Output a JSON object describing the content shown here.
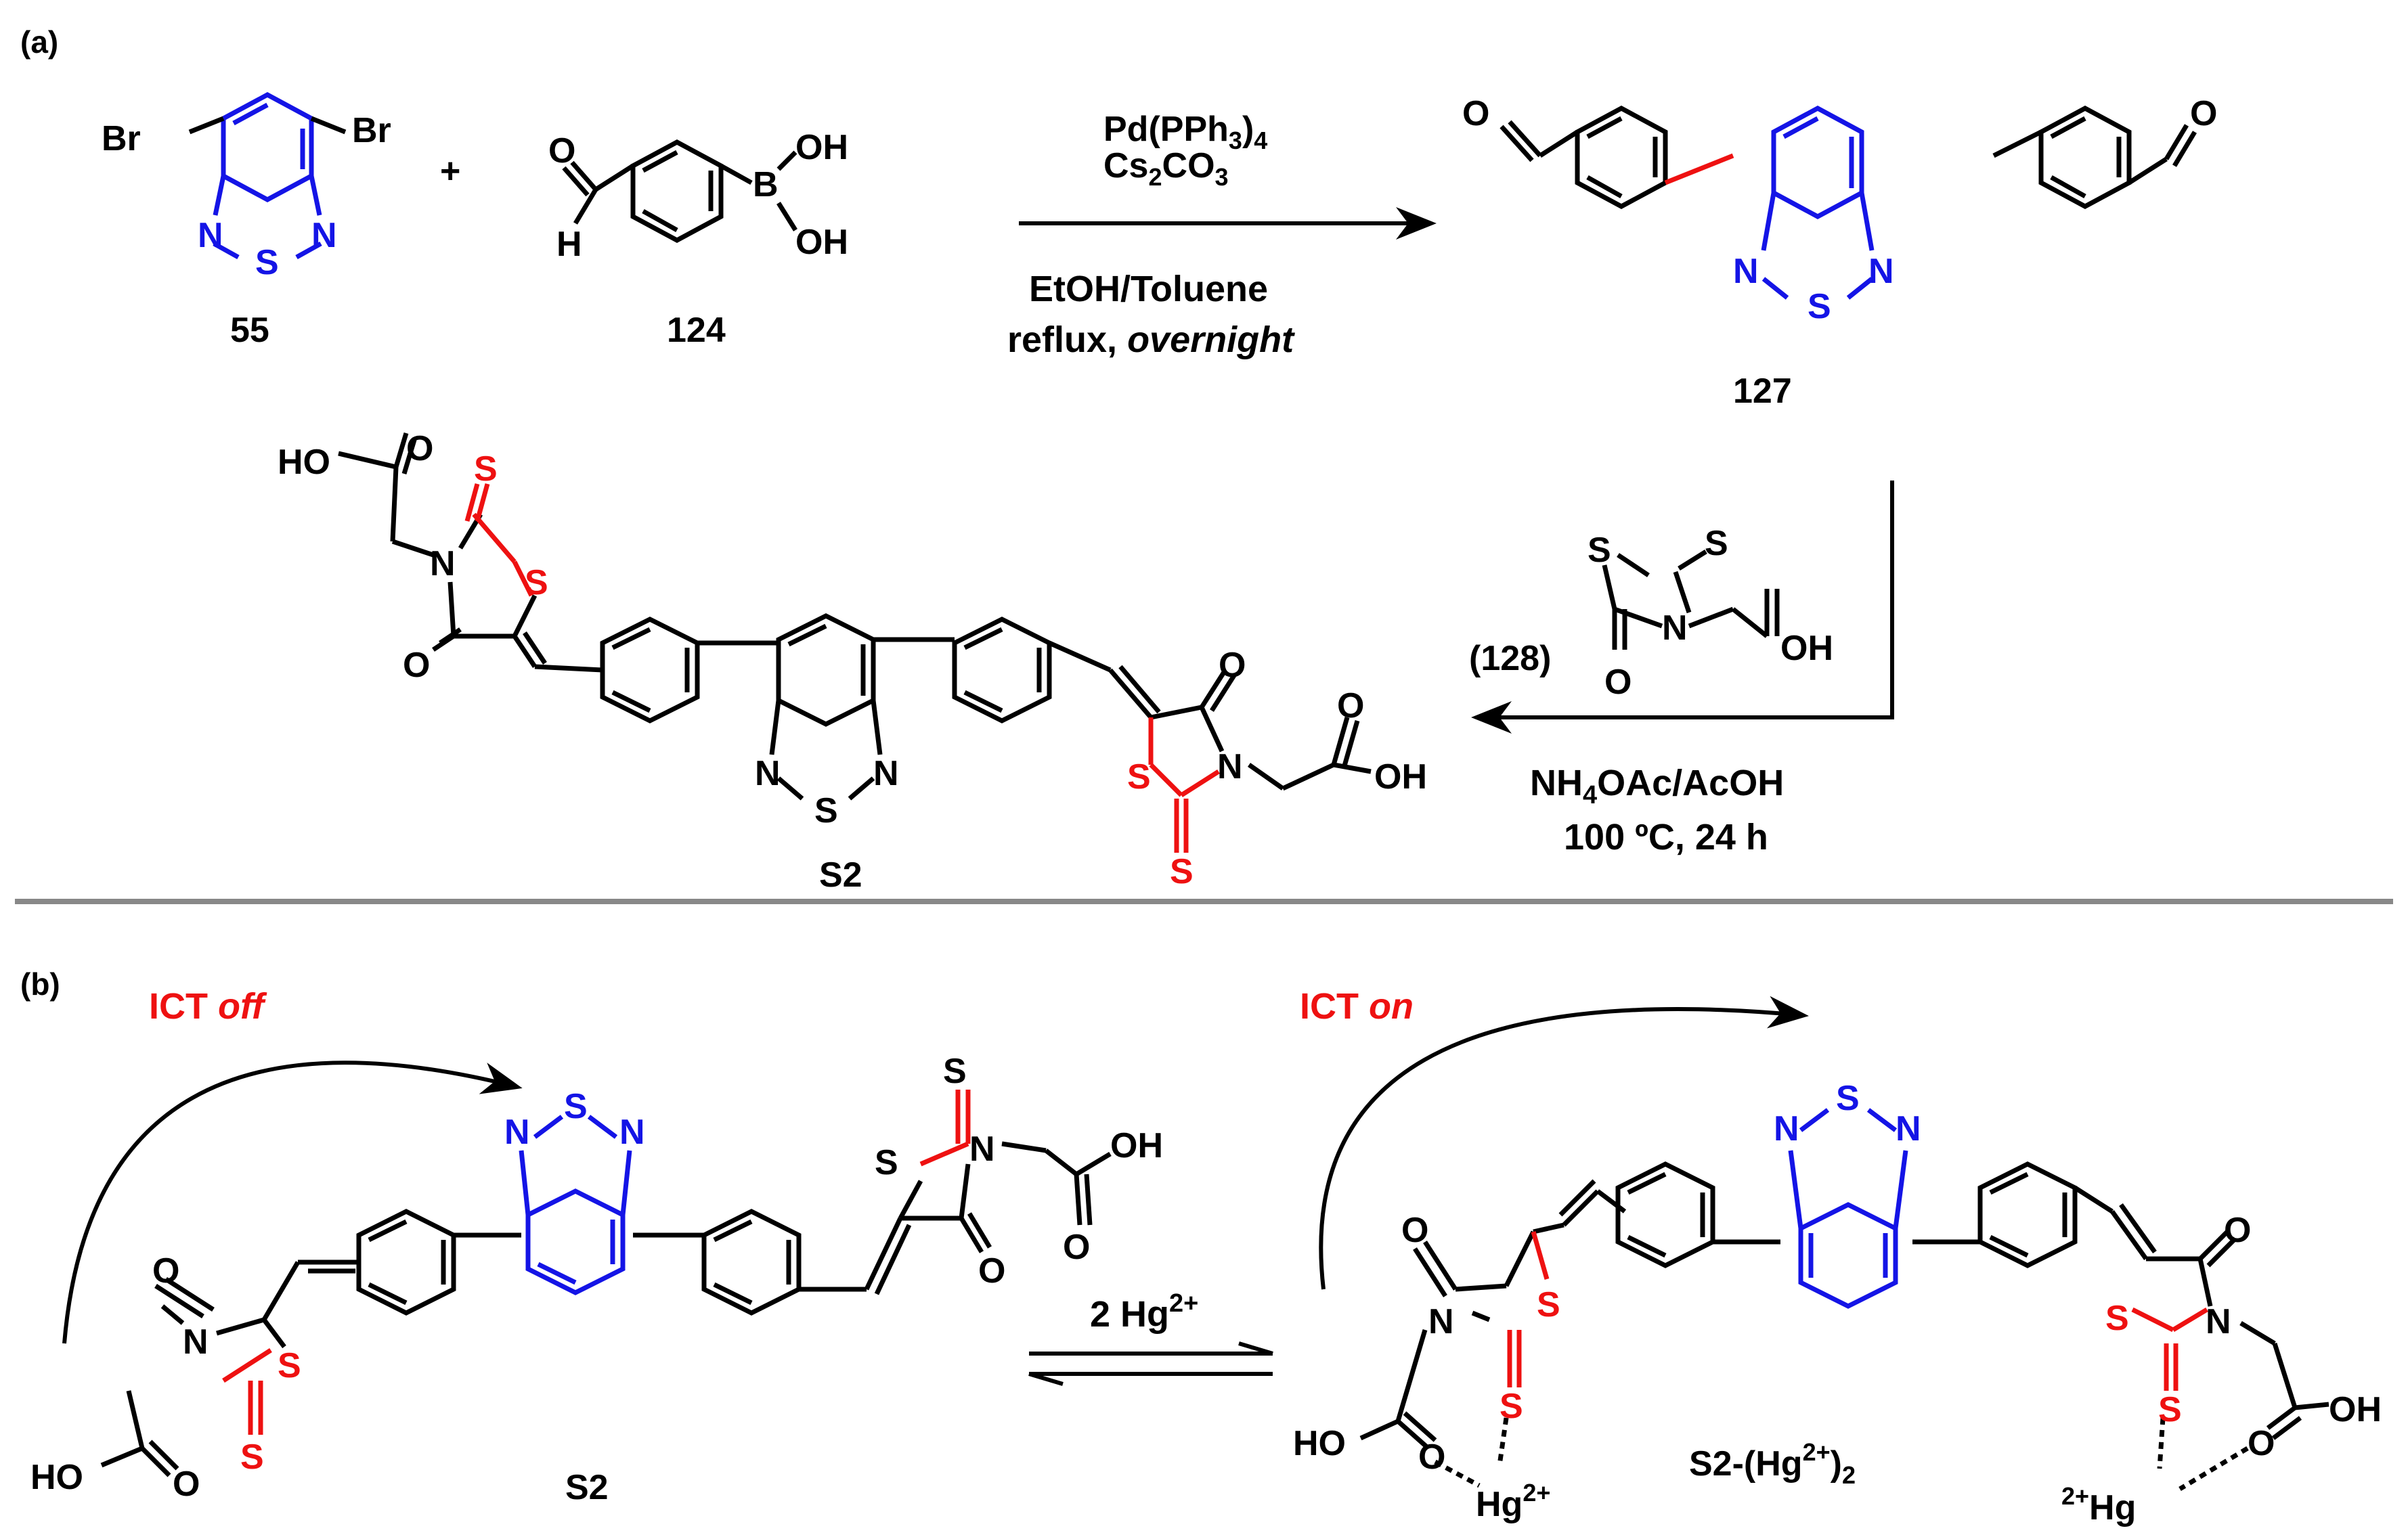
{
  "panel_a": {
    "label": "(a)",
    "reactant_1": {
      "compound_number": "55",
      "substituent_left": "Br",
      "substituent_right": "Br",
      "atoms": {
        "n_left": "N",
        "s": "S",
        "n_right": "N"
      }
    },
    "plus": "+",
    "reactant_2": {
      "compound_number": "124",
      "aldehyde_o": "O",
      "aldehyde_h": "H",
      "boron": "B",
      "oh_top": "OH",
      "oh_bottom": "OH"
    },
    "step1_conditions": {
      "reagent_1_main": "Pd(PPh",
      "reagent_1_sub": "3",
      "reagent_1_end": ")",
      "reagent_1_sub2": "4",
      "reagent_2_main": "Cs",
      "reagent_2_sub": "2",
      "reagent_2_mid": "CO",
      "reagent_2_sub2": "3",
      "solvent": "EtOH/Toluene",
      "condition_plain": "reflux, ",
      "condition_italic": "overnight"
    },
    "product_1": {
      "compound_number": "127",
      "o_left": "O",
      "o_right": "O",
      "atoms": {
        "n_left": "N",
        "s": "S",
        "n_right": "N"
      }
    },
    "reagent_128": {
      "label": "(128)",
      "s_ring": "S",
      "s_thione": "S",
      "n": "N",
      "o_ring": "O",
      "oh": "OH"
    },
    "step2_conditions": {
      "reagent_main": "NH",
      "reagent_sub": "4",
      "reagent_end": "OAc/AcOH",
      "temperature": "100 ºC, 24 h"
    },
    "product_2": {
      "compound_number": "S2",
      "left_unit": {
        "ho": "HO",
        "o_acid": "O",
        "s_thione": "S",
        "n": "N",
        "s_ring": "S",
        "o_ring": "O"
      },
      "core": {
        "n_left": "N",
        "s": "S",
        "n_right": "N"
      },
      "right_unit": {
        "o_ring": "O",
        "n": "N",
        "s_ring": "S",
        "s_thione": "S",
        "o_acid": "O",
        "oh": "OH"
      }
    }
  },
  "panel_b": {
    "label": "(b)",
    "left_state": {
      "ict_prefix": "ICT ",
      "ict_italic": "off",
      "compound_label": "S2",
      "atoms": {
        "o_left": "O",
        "n_left": "N",
        "s_left_ring": "S",
        "s_left_thione": "S",
        "ho": "HO",
        "o_acid_left": "O",
        "n_core_l": "N",
        "s_core": "S",
        "n_core_r": "N",
        "s_right_thione": "S",
        "s_right_ring": "S",
        "n_right": "N",
        "o_right": "O",
        "oh": "OH",
        "o_acid_right": "O"
      }
    },
    "equilibrium": {
      "reagent_main": "2 Hg",
      "reagent_sup": "2+"
    },
    "right_state": {
      "ict_prefix": "ICT ",
      "ict_italic": "on",
      "compound_main": "S2-(Hg",
      "compound_sup": "2+",
      "compound_end": ")",
      "compound_sub": "2",
      "atoms": {
        "o_left": "O",
        "n_left": "N",
        "s_left_ring": "S",
        "s_left_thione": "S",
        "ho": "HO",
        "o_acid_left": "O",
        "hg_left": "Hg",
        "hg_left_sup": "2+",
        "n_core_l": "N",
        "s_core": "S",
        "n_core_r": "N",
        "o_right": "O",
        "n_right": "N",
        "s_right_ring": "S",
        "s_right_thione": "S",
        "o_acid_right": "O",
        "oh": "OH",
        "hg_right_sup": "2+",
        "hg_right": "Hg"
      }
    }
  },
  "colors": {
    "core_blue": "#1414e6",
    "rhodanine_red": "#ee1111",
    "bond_black": "#000000",
    "divider_gray": "#888888",
    "new_bond_red": "#ee1111"
  }
}
